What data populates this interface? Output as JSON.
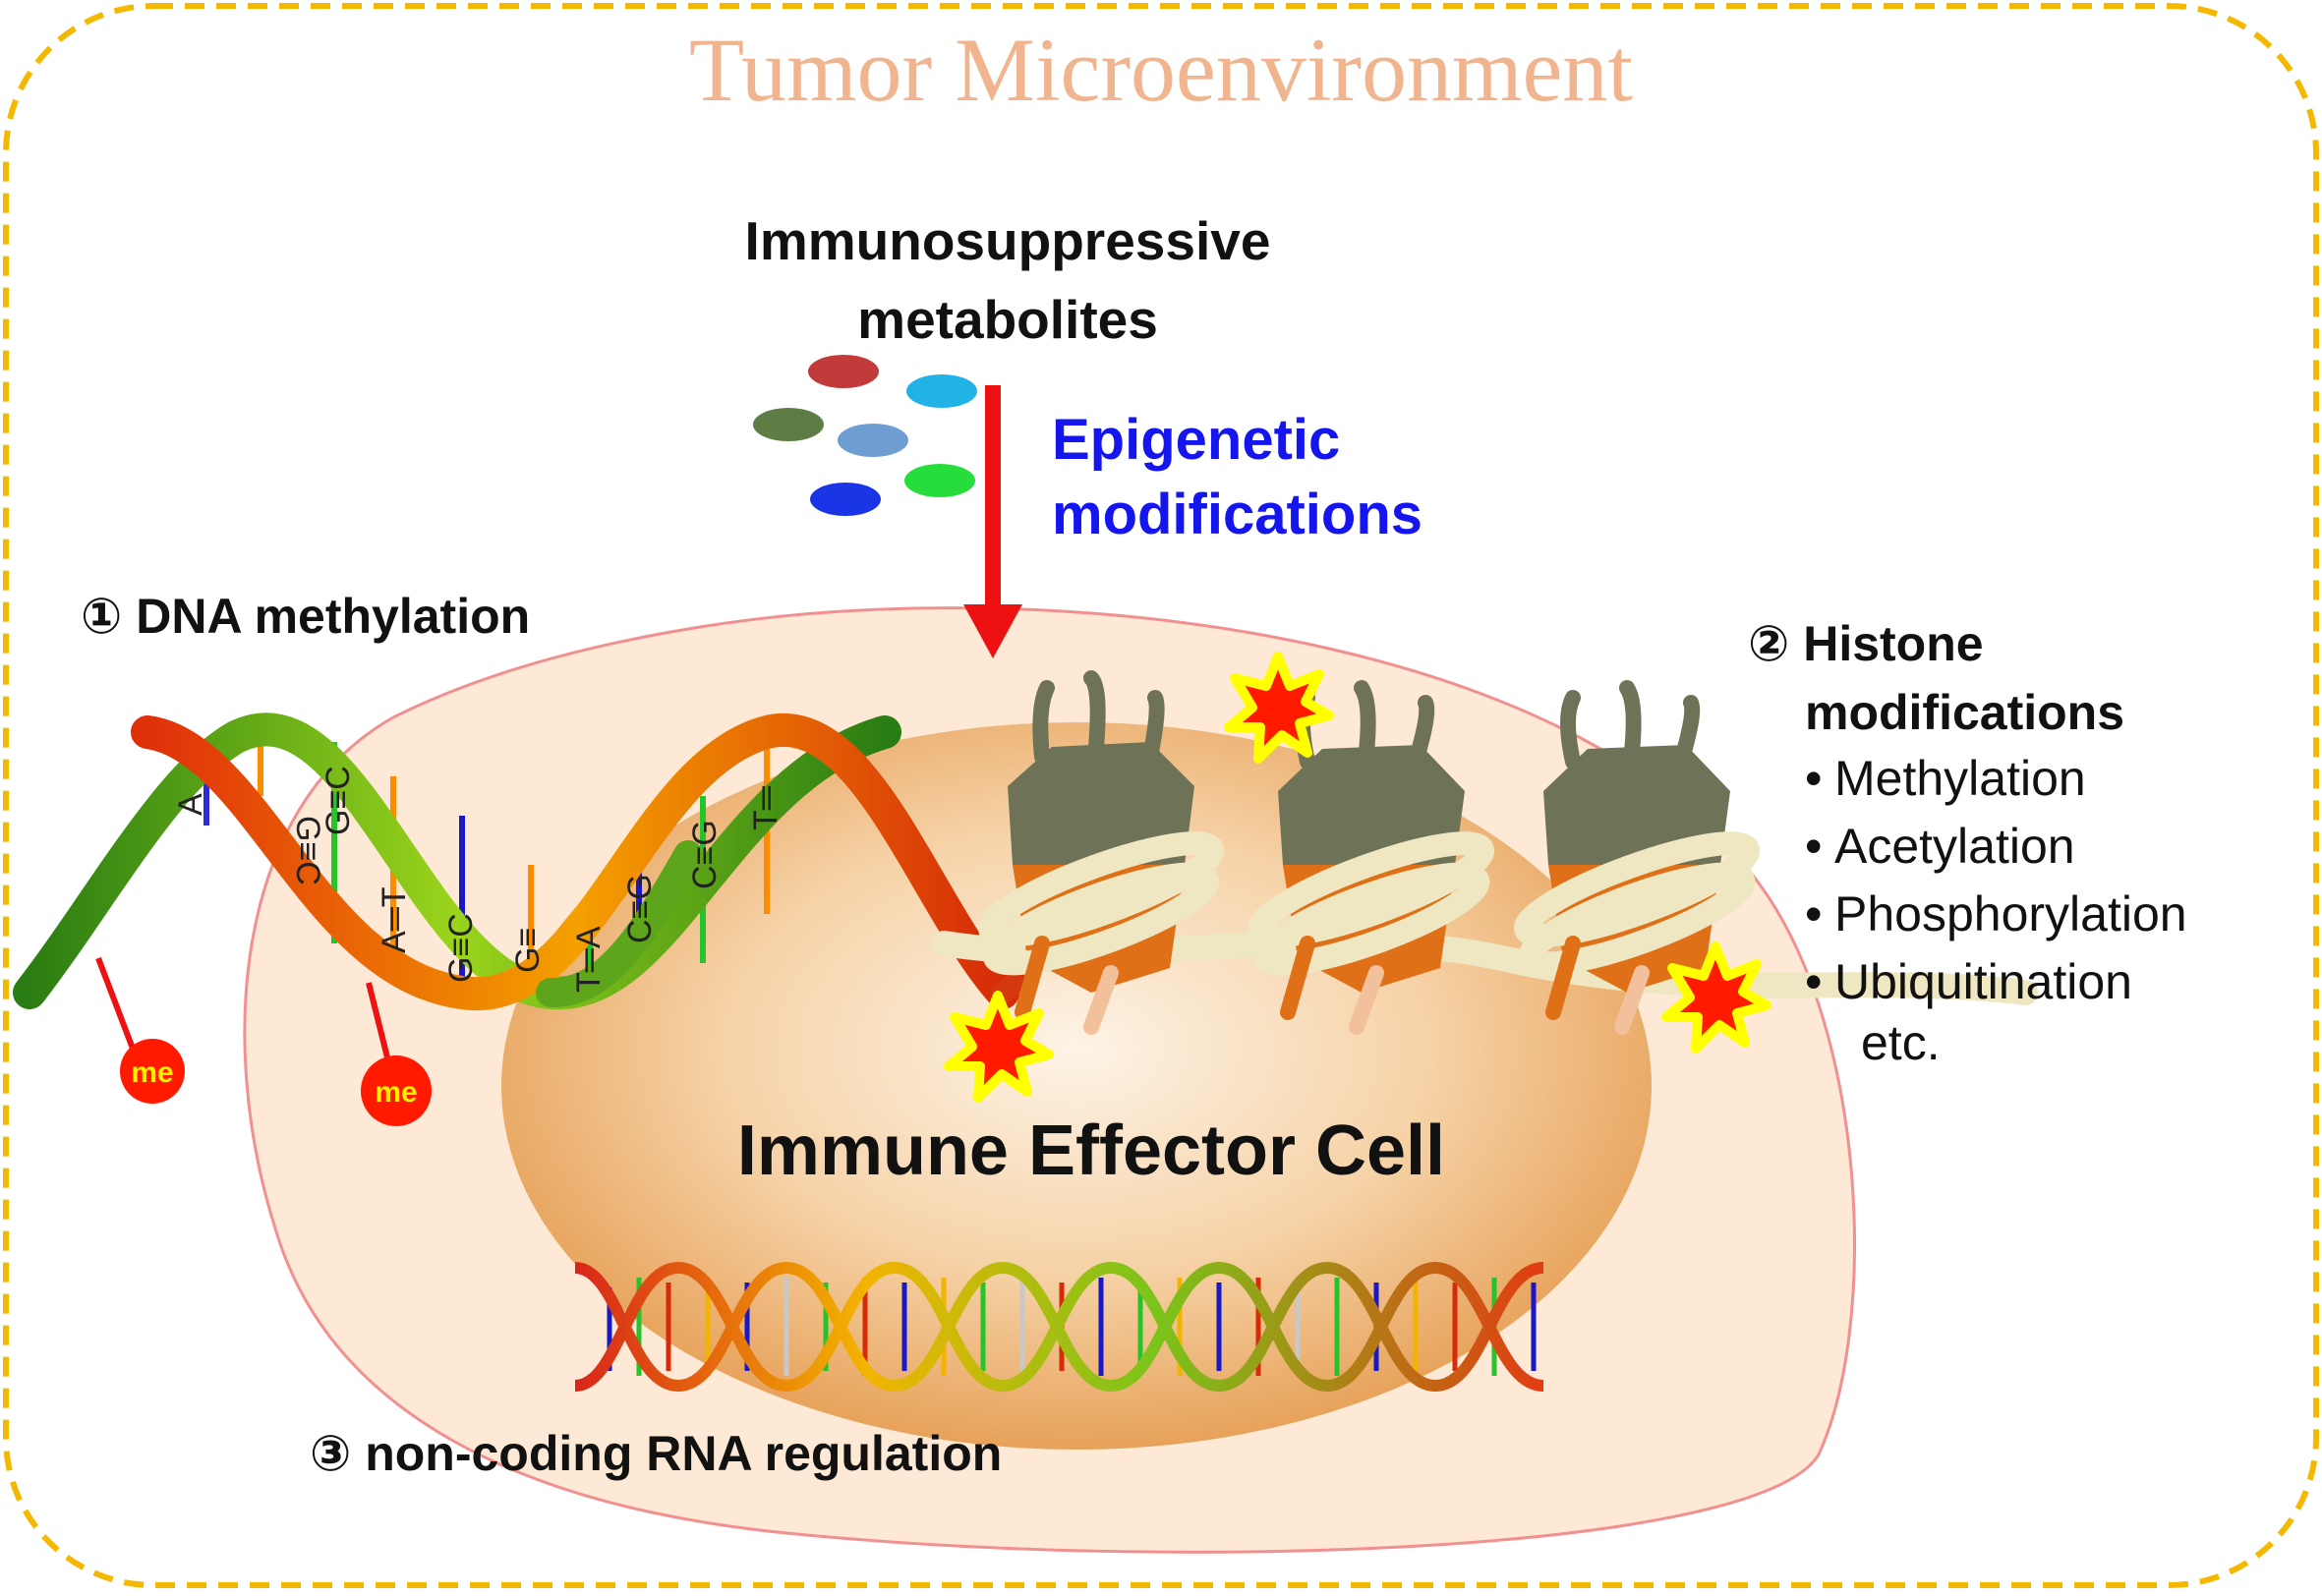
{
  "title": "Tumor Microenvironment",
  "metabolites_label_line1": "Immunosuppressive",
  "metabolites_label_line2": "metabolites",
  "epigenetic_line1": "Epigenetic",
  "epigenetic_line2": "modifications",
  "dna_methylation_label": "① DNA methylation",
  "methyl_tag": "me",
  "histone_label_line1": "② Histone",
  "histone_label_line2": "modifications",
  "histone_modifications": [
    "Methylation",
    "Acetylation",
    "Phosphorylation",
    "Ubiquitination"
  ],
  "histone_etc": "etc.",
  "cell_label": "Immune Effector Cell",
  "ncrna_label": "③ non-coding RNA regulation",
  "base_pairs": [
    "A",
    "G≡C",
    "G≡C",
    "A═T",
    "G≡C",
    "G≡",
    "T═A",
    "C≡G",
    "C≡G",
    "T═"
  ],
  "colors": {
    "frame": "#f5b800",
    "title": "#f0b58e",
    "epigenetic_text": "#1515ee",
    "arrow": "#ee1111",
    "methyl_ball": "#ff1a00",
    "methyl_text": "#ffee00",
    "cell_membrane": "#fde9d5",
    "nucleus": "#f4c48f",
    "histone_top": "#6e7358",
    "histone_bottom": "#e07018",
    "dna_coil": "#efe6c2",
    "star": "#ff1a00",
    "star_outline": "#ffff00"
  },
  "metabolite_colors": [
    "#c23a3a",
    "#22b3e6",
    "#5d7d44",
    "#6f9fd2",
    "#27dd3c",
    "#1a35e6"
  ]
}
